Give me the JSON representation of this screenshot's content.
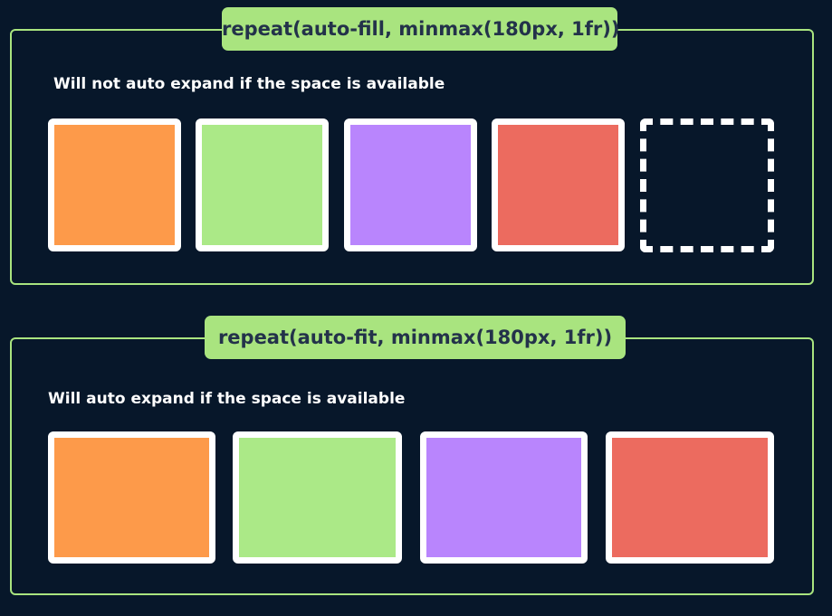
{
  "auto_fill": {
    "code": "repeat(auto-fill, minmax(180px, 1fr))",
    "caption": "Will not auto expand if the space is available",
    "items": [
      {
        "name": "orange",
        "color": "#fd9a4a"
      },
      {
        "name": "green",
        "color": "#abe987"
      },
      {
        "name": "purple",
        "color": "#b985fd"
      },
      {
        "name": "red",
        "color": "#ec6b5f"
      }
    ],
    "empty_track": "dashed-outline"
  },
  "auto_fit": {
    "code": "repeat(auto-fit, minmax(180px, 1fr))",
    "caption": "Will auto expand if the space is available",
    "items": [
      {
        "name": "orange",
        "color": "#fd9a4a"
      },
      {
        "name": "green",
        "color": "#abe987"
      },
      {
        "name": "purple",
        "color": "#b985fd"
      },
      {
        "name": "red",
        "color": "#ec6b5f"
      }
    ]
  },
  "colors": {
    "background": "#07172a",
    "accent": "#a9e47f",
    "tag_text": "#23324a",
    "cell_border": "#ffffff"
  }
}
